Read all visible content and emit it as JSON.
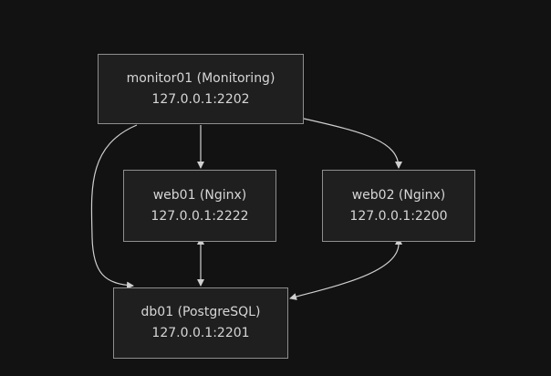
{
  "diagram": {
    "nodes": [
      {
        "id": "monitor01",
        "label": "monitor01 (Monitoring)",
        "address": "127.0.0.1:2202"
      },
      {
        "id": "web01",
        "label": "web01 (Nginx)",
        "address": "127.0.0.1:2222"
      },
      {
        "id": "web02",
        "label": "web02 (Nginx)",
        "address": "127.0.0.1:2200"
      },
      {
        "id": "db01",
        "label": "db01 (PostgreSQL)",
        "address": "127.0.0.1:2201"
      }
    ],
    "edges": [
      {
        "from": "monitor01",
        "to": "web01",
        "direction": "forward"
      },
      {
        "from": "monitor01",
        "to": "web02",
        "direction": "forward"
      },
      {
        "from": "monitor01",
        "to": "db01",
        "direction": "forward"
      },
      {
        "from": "web01",
        "to": "db01",
        "direction": "both"
      },
      {
        "from": "web02",
        "to": "db01",
        "direction": "both"
      }
    ],
    "colors": {
      "background": "#121212",
      "node_fill": "#1f1f1f",
      "node_border": "#8e8e8e",
      "text": "#d6d6d6",
      "edge": "#cfcfcf"
    }
  }
}
